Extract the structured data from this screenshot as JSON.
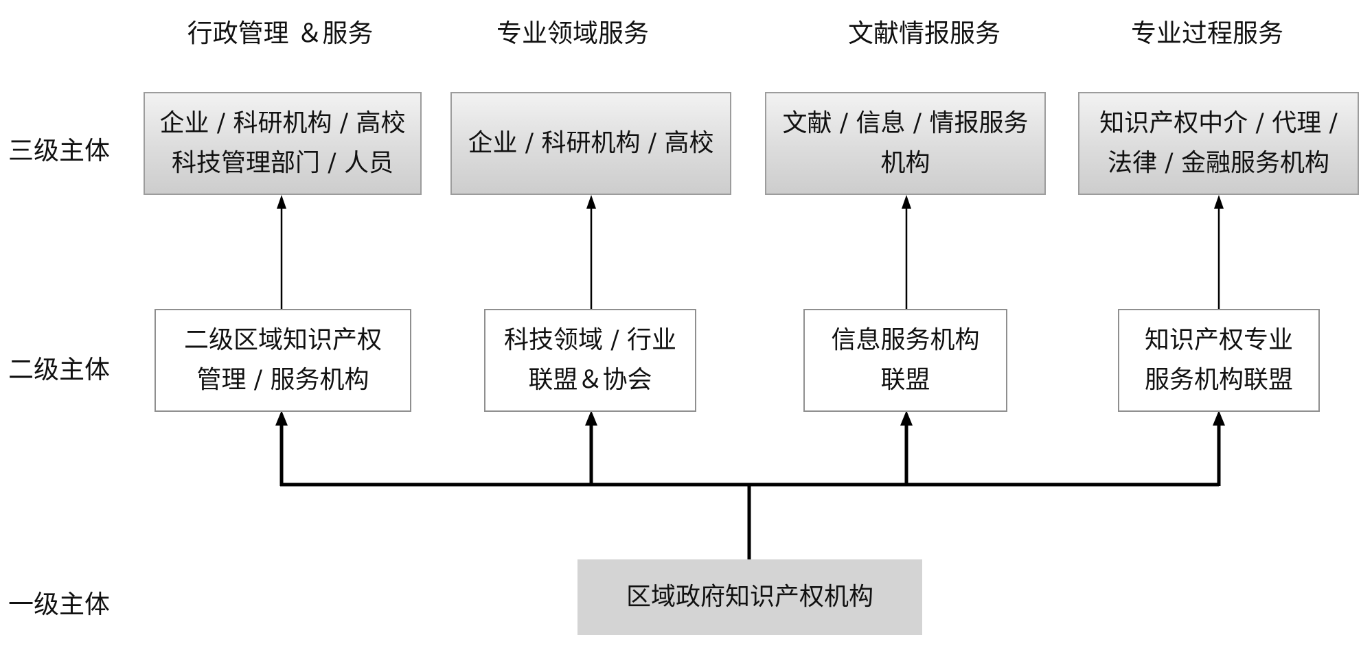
{
  "columns": [
    {
      "header": "行政管理 ＆服务",
      "level3": [
        "企业 / 科研机构 / 高校",
        "科技管理部门 / 人员"
      ],
      "level2": [
        "二级区域知识产权",
        "管理 / 服务机构"
      ]
    },
    {
      "header": "专业领域服务",
      "level3": [
        "企业 / 科研机构 / 高校"
      ],
      "level2": [
        "科技领域 / 行业",
        "联盟＆协会"
      ]
    },
    {
      "header": "文献情报服务",
      "level3": [
        "文献 / 信息 / 情报服务",
        "机构"
      ],
      "level2": [
        "信息服务机构",
        "联盟"
      ]
    },
    {
      "header": "专业过程服务",
      "level3": [
        "知识产权中介 / 代理 /",
        "法律 / 金融服务机构"
      ],
      "level2": [
        "知识产权专业",
        "服务机构联盟"
      ]
    }
  ],
  "levels": {
    "level3": "三级主体",
    "level2": "二级主体",
    "level1": "一级主体"
  },
  "root": {
    "label": "区域政府知识产权机构"
  },
  "colors": {
    "level3_fill_top": "#f2f2f2",
    "level3_fill_bottom": "#cdcdcd",
    "level1_fill": "#d4d4d4",
    "line": "#000000"
  }
}
